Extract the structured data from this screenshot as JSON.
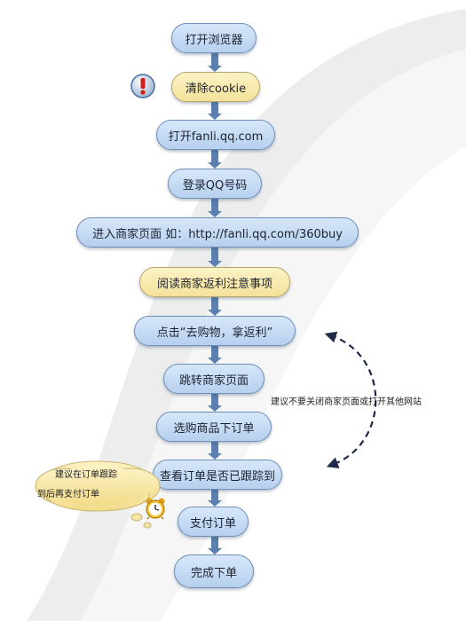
{
  "nodes": [
    {
      "label": "打开浏览器"
    },
    {
      "label": "清除cookie"
    },
    {
      "label": "打开fanli.qq.com"
    },
    {
      "label": "登录QQ号码"
    },
    {
      "label": "进入商家页面 如：http://fanli.qq.com/360buy"
    },
    {
      "label": "阅读商家返利注意事项"
    },
    {
      "label": "点击“去购物，拿返利”"
    },
    {
      "label": "跳转商家页面"
    },
    {
      "label": "选购商品下订单"
    },
    {
      "label": "查看订单是否已跟踪到"
    },
    {
      "label": "支付订单"
    },
    {
      "label": "完成下单"
    }
  ],
  "side_note": "建议不要关闭商家页面或打开其他网站",
  "cloud": {
    "line1": "建议在订单跟踪",
    "line2": "到后再支付订单"
  },
  "icons": {
    "warning": "exclamation-warning-icon",
    "clock": "alarm-clock-icon"
  },
  "colors": {
    "node_blue": "#c6dbf3",
    "node_yellow": "#f7e8a8",
    "arrow": "#5a7fb0",
    "dashed": "#1f2a4a",
    "swoosh": "#e6e6e6"
  }
}
